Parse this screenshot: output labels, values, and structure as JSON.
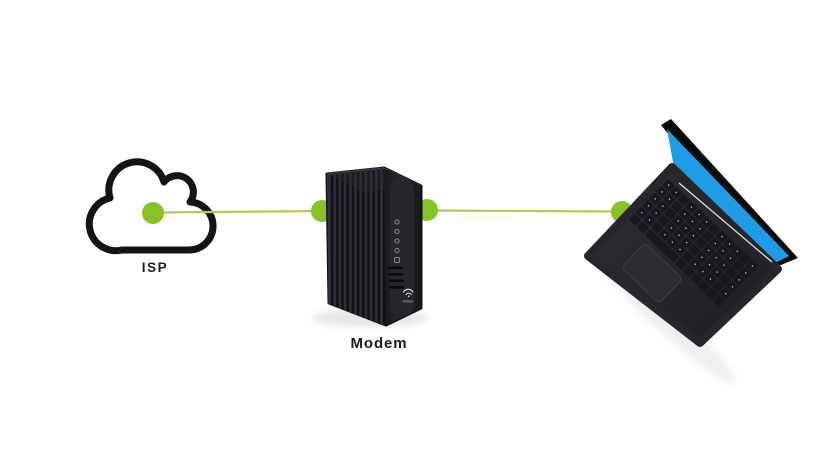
{
  "page": {
    "background": "#ffffff"
  },
  "diagram": {
    "type": "network-topology",
    "nodes": [
      {
        "id": "isp",
        "label": "ISP",
        "kind": "cloud"
      },
      {
        "id": "modem",
        "label": "Modem",
        "kind": "modem",
        "brand": "hitron"
      },
      {
        "id": "laptop",
        "label": "",
        "kind": "laptop"
      }
    ],
    "links": [
      {
        "from": "isp",
        "to": "modem"
      },
      {
        "from": "modem",
        "to": "laptop"
      }
    ],
    "colors": {
      "connector_dot": "#87c226",
      "connector_line": "#b0cb55",
      "cloud_outline": "#141414",
      "device_black": "#1a1a1f",
      "laptop_screen_blue": "#1f9ce4",
      "label_text": "#1c1c1c"
    }
  }
}
